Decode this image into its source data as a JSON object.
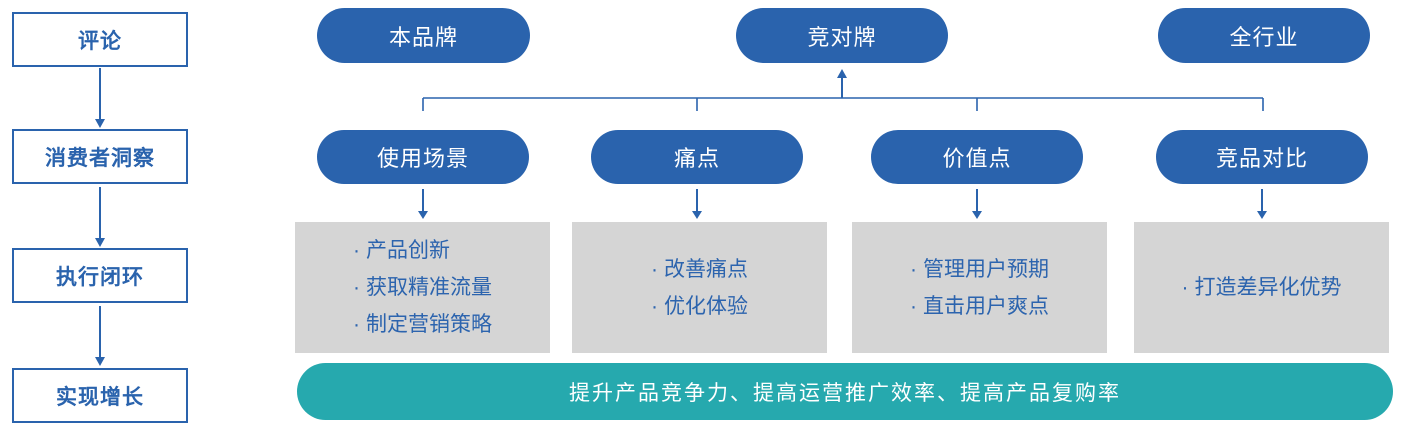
{
  "colors": {
    "primary_blue": "#2A63AD",
    "teal": "#26A9AE",
    "gray_box": "#D5D5D5",
    "bullet_text_blue": "#2C64AE",
    "white": "#FFFFFF"
  },
  "left_flow": {
    "steps": [
      {
        "label": "评论"
      },
      {
        "label": "消费者洞察"
      },
      {
        "label": "执行闭环"
      },
      {
        "label": "实现增长"
      }
    ]
  },
  "source_row": {
    "pills": [
      {
        "label": "本品牌"
      },
      {
        "label": "竞对牌"
      },
      {
        "label": "全行业"
      }
    ]
  },
  "insight_row": {
    "pills": [
      {
        "label": "使用场景"
      },
      {
        "label": "痛点"
      },
      {
        "label": "价值点"
      },
      {
        "label": "竞品对比"
      }
    ]
  },
  "bullet_char": "·",
  "action_boxes": [
    {
      "bullets": [
        "产品创新",
        "获取精准流量",
        "制定营销策略"
      ]
    },
    {
      "bullets": [
        "改善痛点",
        "优化体验"
      ]
    },
    {
      "bullets": [
        "管理用户预期",
        "直击用户爽点"
      ]
    },
    {
      "bullets": [
        "打造差异化优势"
      ]
    }
  ],
  "outcome_banner": {
    "label": "提升产品竞争力、提高运营推广效率、提高产品复购率"
  }
}
